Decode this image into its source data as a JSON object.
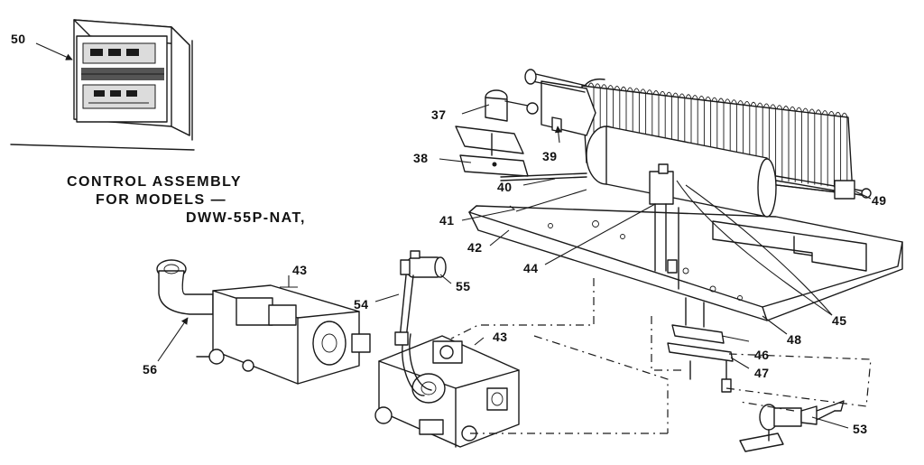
{
  "title": {
    "line1": "CONTROL ASSEMBLY",
    "line2": "FOR MODELS —",
    "line3": "DWW-55P-NAT,"
  },
  "callouts": {
    "c50": "50",
    "c37": "37",
    "c38": "38",
    "c39": "39",
    "c40": "40",
    "c41": "41",
    "c42": "42",
    "c43a": "43",
    "c43b": "43",
    "c44": "44",
    "c45": "45",
    "c46": "46",
    "c47": "47",
    "c48": "48",
    "c49": "49",
    "c53": "53",
    "c54": "54",
    "c55": "55",
    "c56": "56"
  }
}
